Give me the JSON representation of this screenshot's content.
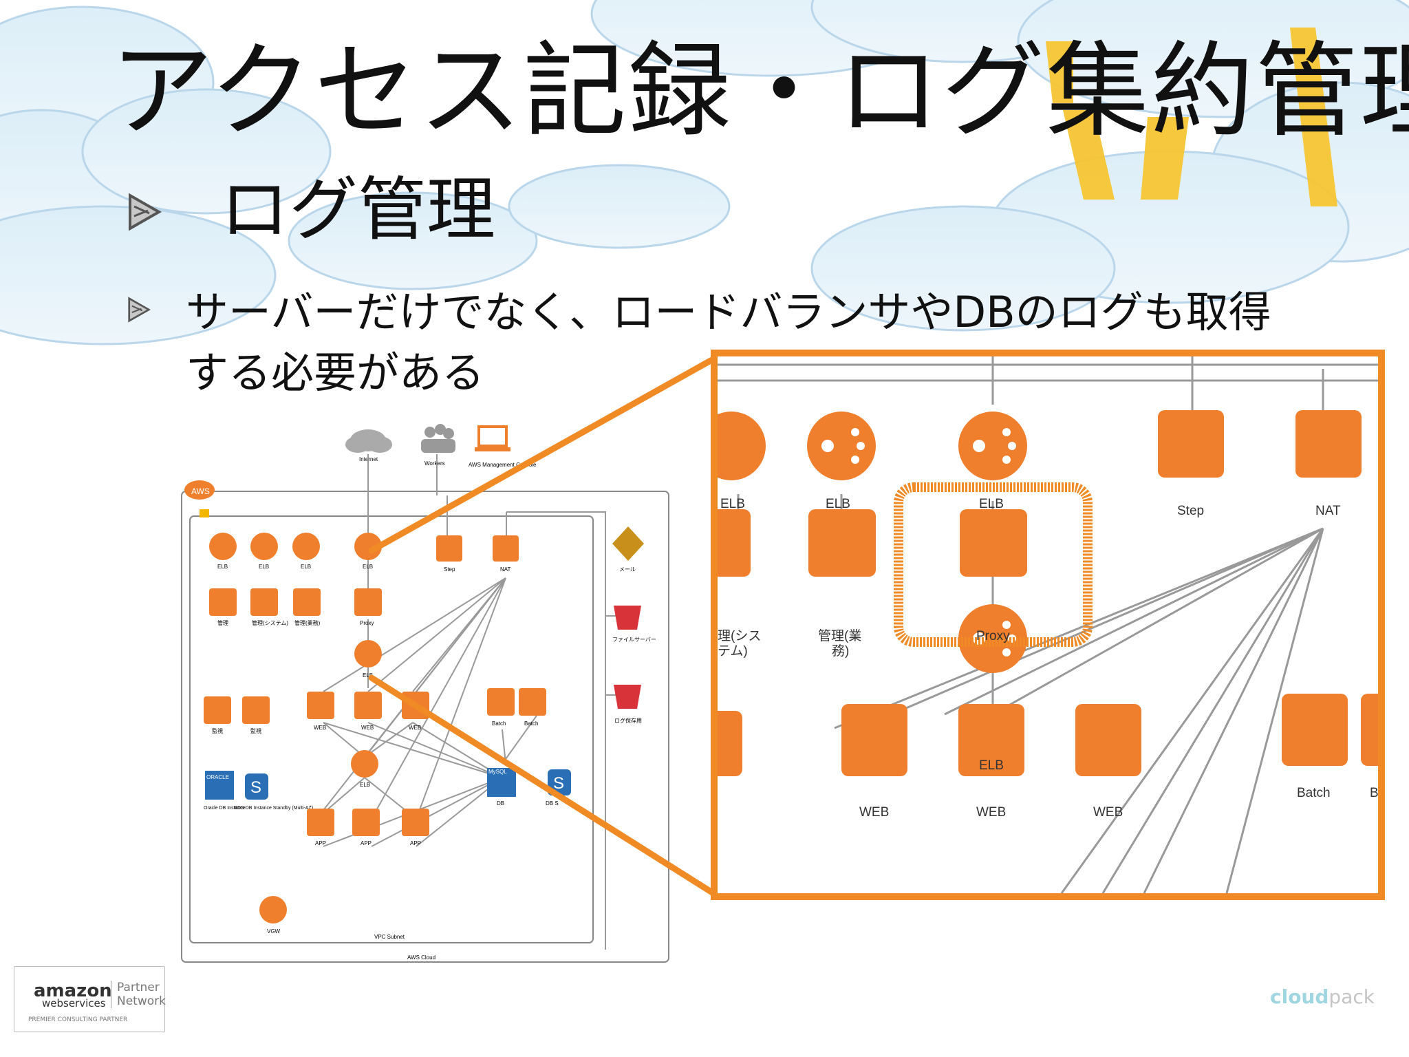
{
  "slide": {
    "title": "アクセス記録・ログ集約管理",
    "heading": "ログ管理",
    "body": "サーバーだけでなく、ロードバランサやDBのログも取得する必要がある"
  },
  "diagram": {
    "top_icons": [
      {
        "label": "Internet",
        "icon": "cloud-icon"
      },
      {
        "label": "Workers",
        "icon": "users-icon"
      },
      {
        "label": "AWS Management Console",
        "icon": "laptop-icon"
      }
    ],
    "aws_tag": "AWS",
    "elb_label": "ELB",
    "step_label": "Step",
    "nat_label": "NAT",
    "mail_label": "メール",
    "kanri": [
      "管理",
      "管理(システム)",
      "管理(業務)"
    ],
    "proxy_label": "Proxy",
    "file_server_label": "ファイルサーバー",
    "log_storage_label": "ログ保存用",
    "kanshi_label": "監視",
    "web_label": "WEB",
    "batch_label": "Batch",
    "app_label": "APP",
    "oracle_label": "ORACLE",
    "oracle_db_label": "Oracle DB Instance",
    "rds_label": "RDS DB Instance Standby (Multi-AZ)",
    "db_label": "DB",
    "db_s_label": "DB S",
    "mysql_label": "MySQL",
    "vgw_label": "VGW",
    "vpc_label": "VPC Subnet",
    "cloud_label": "AWS Cloud"
  },
  "zoom": {
    "elb_label": "ELB",
    "step_label": "Step",
    "nat_label": "NAT",
    "kanri_sys_part1": "理(シス",
    "kanri_sys_part2": "テム)",
    "kanri_gyo_part1": "管理(業",
    "kanri_gyo_part2": "務)",
    "proxy_label": "Proxy",
    "web_label": "WEB",
    "batch_label": "Batch",
    "b_label": "B"
  },
  "footer": {
    "aws_brand": "amazon",
    "aws_ws": "webservices",
    "partner_network": "Partner Network",
    "premier": "PREMIER CONSULTING PARTNER",
    "cloudpack_a": "cloud",
    "cloudpack_b": "pack"
  },
  "colors": {
    "accent": "#f08a24",
    "icon_orange": "#ef7f2d",
    "db_blue": "#2a6fb5"
  }
}
